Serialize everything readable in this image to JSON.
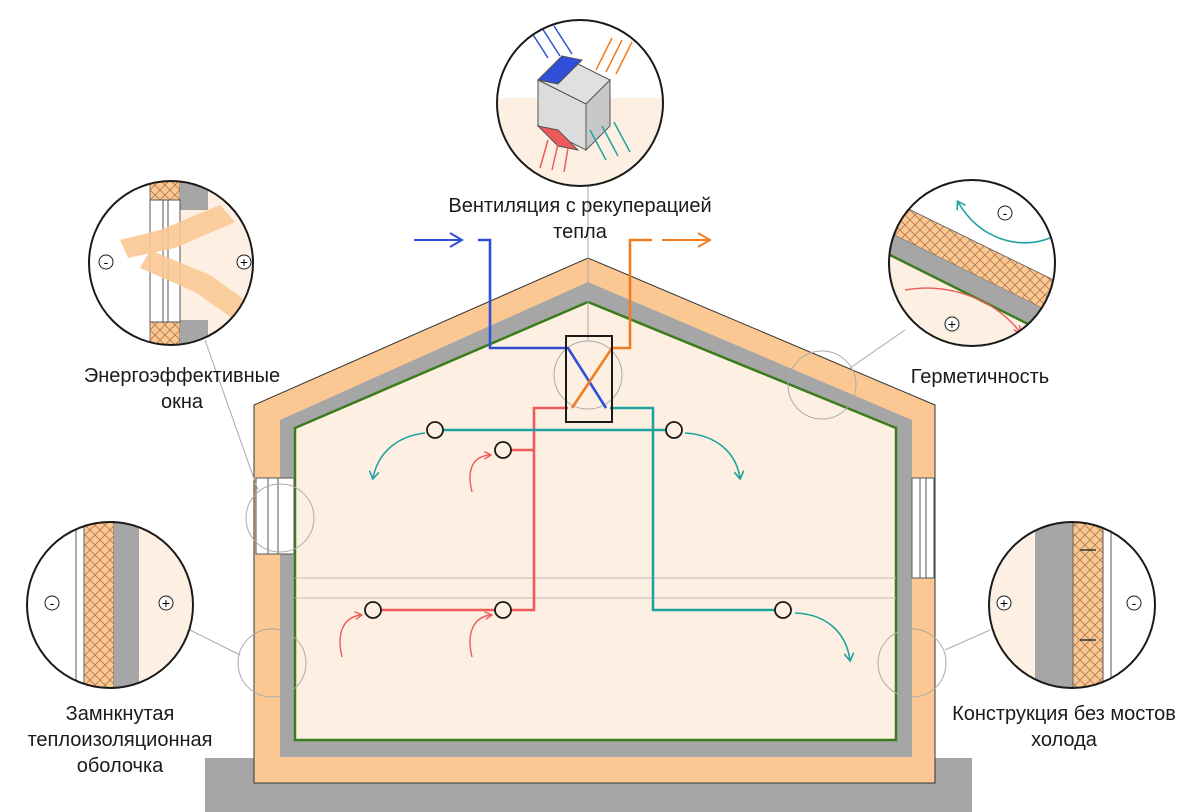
{
  "labels": {
    "ventilation": [
      "Вентиляция с рекуперацией",
      "тепла"
    ],
    "windows": [
      "Энергоэффективные",
      "окна"
    ],
    "airtight": [
      "Герметичность"
    ],
    "envelope": [
      "Замнкнутая",
      "теплоизоляционная",
      "оболочка"
    ],
    "bridges": [
      "Конструкция без мостов",
      "холода"
    ]
  },
  "signs": {
    "minus": "-",
    "plus": "+"
  },
  "colors": {
    "insulation": "#fbc894",
    "concrete": "#a6a6a6",
    "interior": "#fdf0e3",
    "membrane": "#3a7d1c",
    "supply_air": "#ee5a5a",
    "extract_air": "#1fa3a0",
    "fresh_air": "#2f4fd8",
    "exhaust_air": "#f07c20",
    "foundation": "#a6a6a6"
  }
}
